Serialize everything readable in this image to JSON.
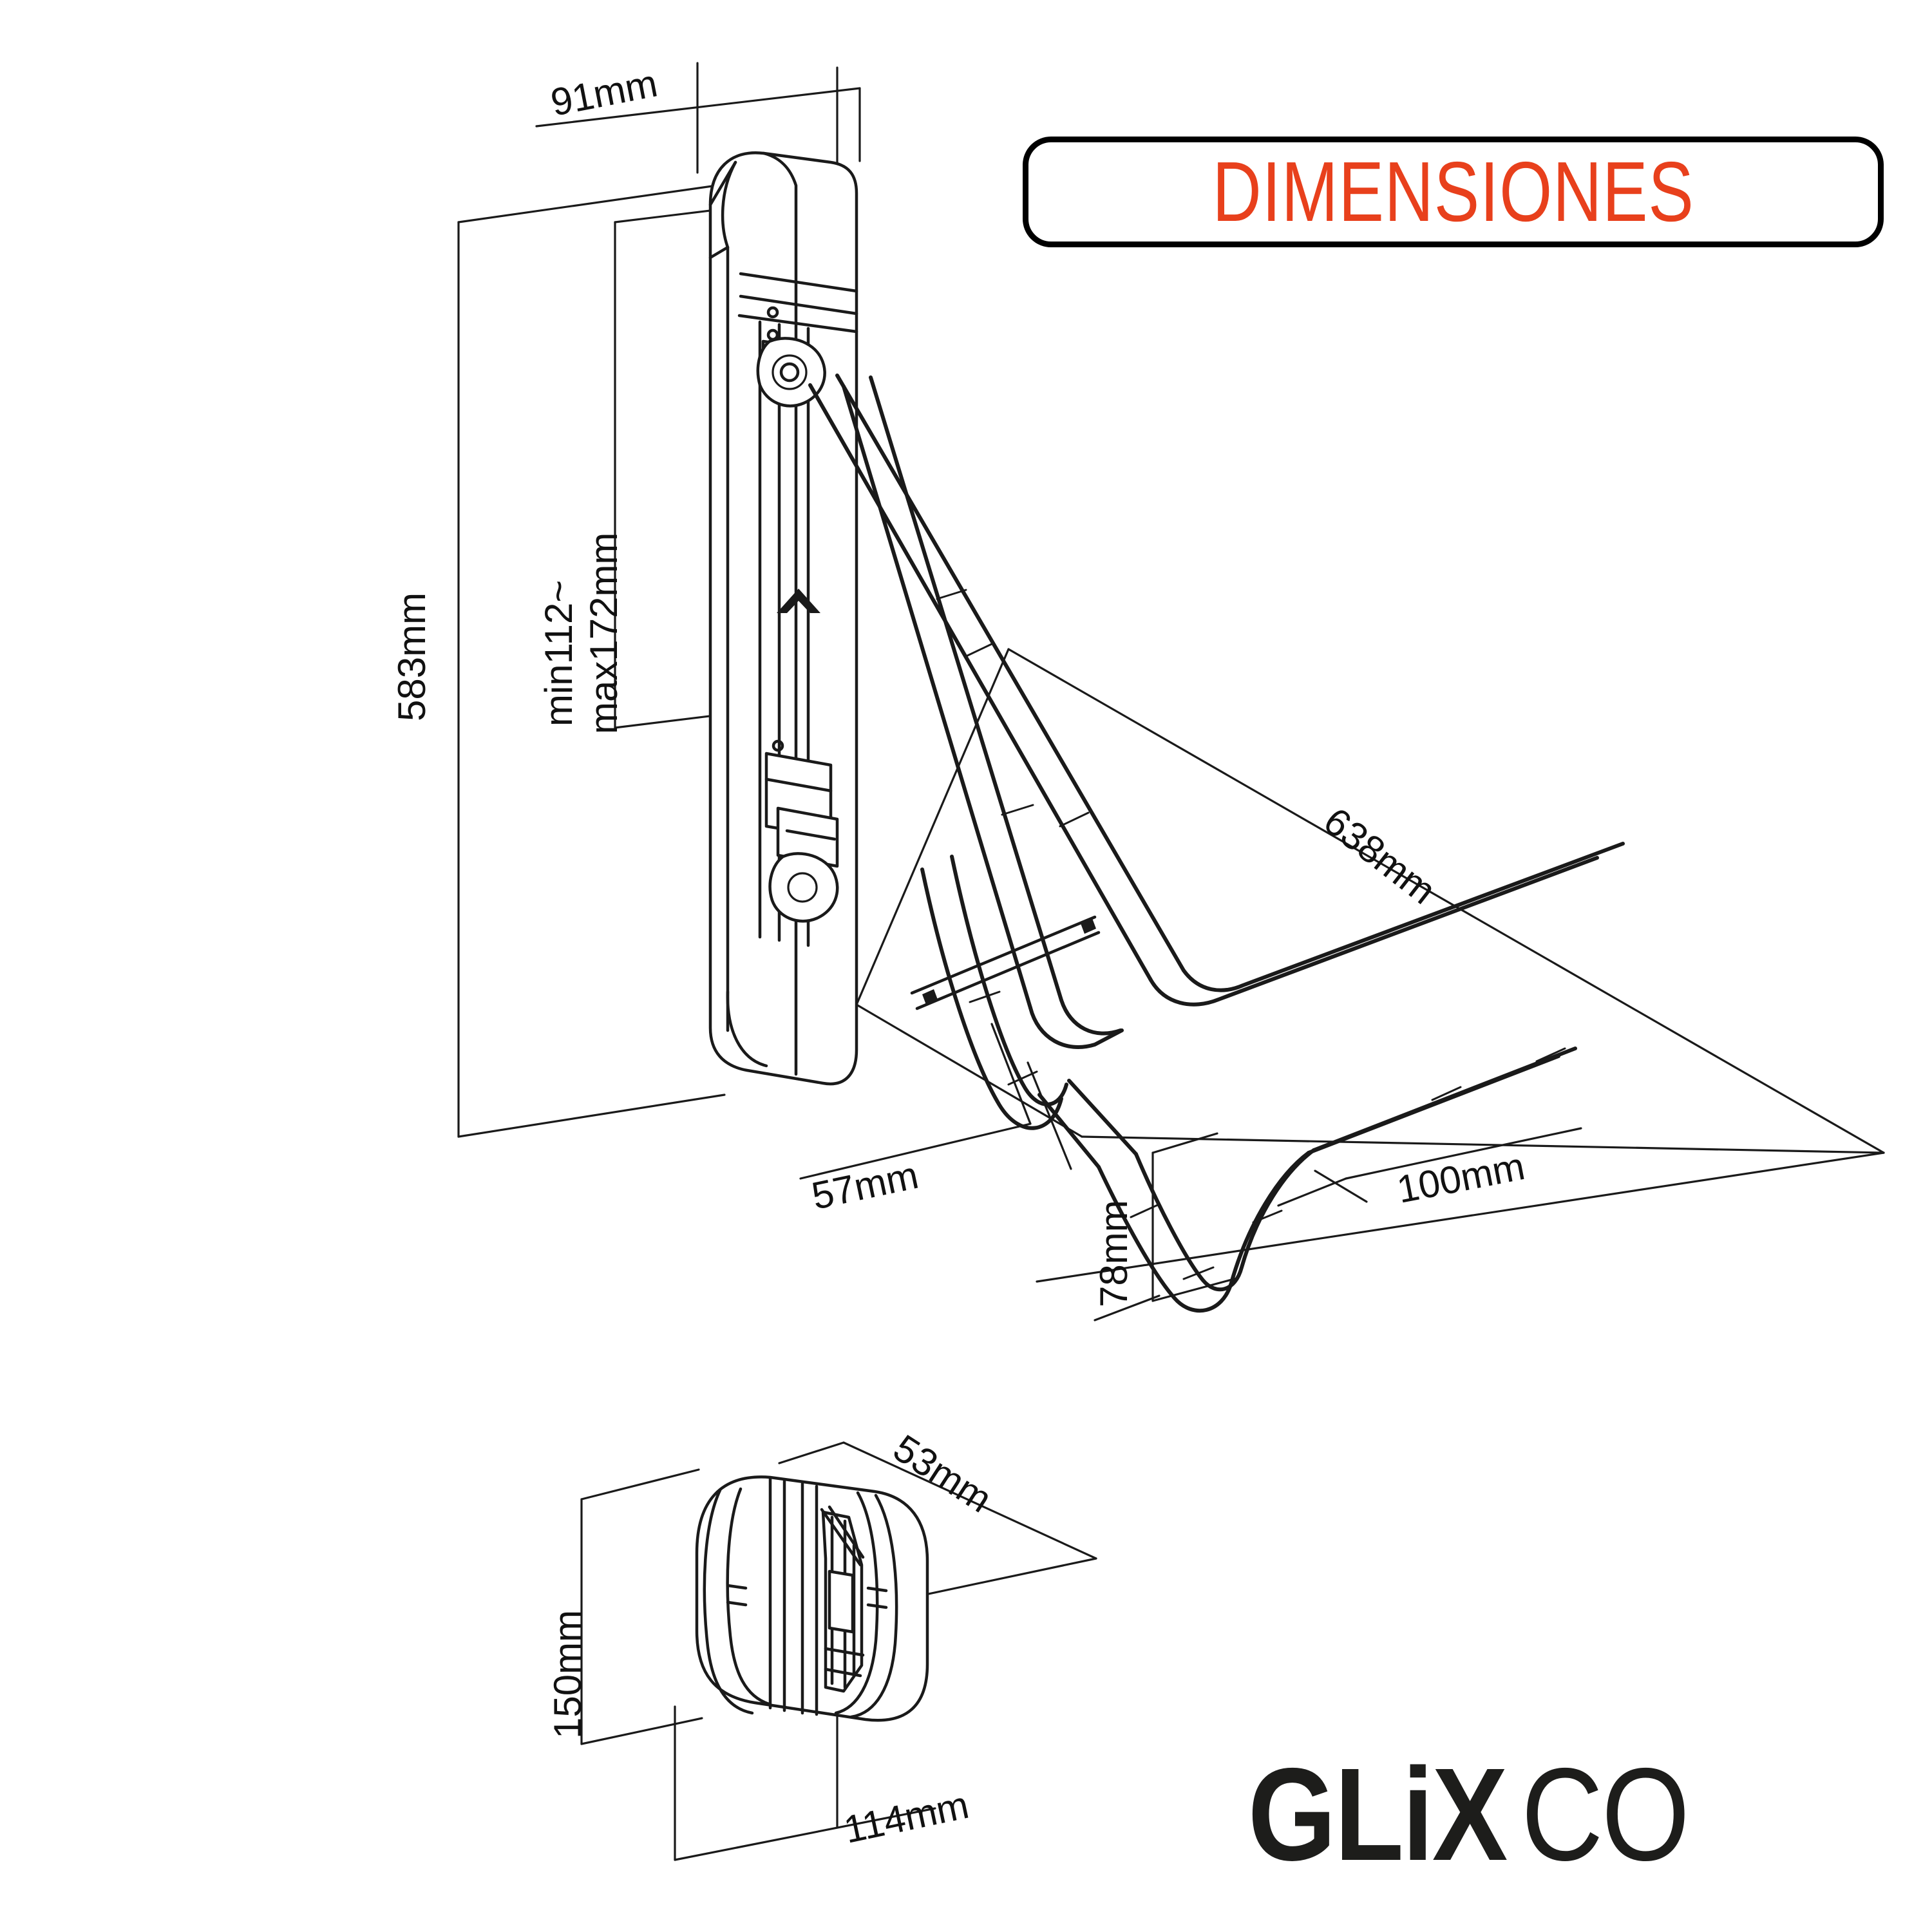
{
  "document": {
    "kind": "technical-dimension-drawing",
    "background_color": "#ffffff",
    "line_color": "#1a1a1a"
  },
  "title_badge": {
    "label": "DIMENSIONES",
    "text_color": "#E8401C",
    "border_color": "#000000"
  },
  "brand": {
    "part_bold": "GLiX",
    "part_light": "CO",
    "color": "#1d1d1b"
  },
  "views": [
    {
      "name": "main-side-view",
      "description": "Wall mounted folding bike rack, side perspective view, arm extended"
    },
    {
      "name": "detail-front-view",
      "description": "Wall plate front perspective view, arm folded"
    }
  ],
  "dimensions": {
    "main_view": [
      {
        "id": "depth-top",
        "label": "91mm",
        "orientation": "rotated",
        "angle_deg": -11
      },
      {
        "id": "total-height",
        "label": "583mm",
        "orientation": "vertical",
        "angle_deg": -90
      },
      {
        "id": "adjust-range-min",
        "label": "min112~",
        "orientation": "vertical",
        "angle_deg": -90
      },
      {
        "id": "adjust-range-max",
        "label": "max172mm",
        "orientation": "vertical",
        "angle_deg": -90
      },
      {
        "id": "arm-length",
        "label": "638mm",
        "orientation": "rotated",
        "angle_deg": 38
      },
      {
        "id": "hook-width",
        "label": "57mm",
        "orientation": "rotated",
        "angle_deg": -12
      },
      {
        "id": "cradle-width",
        "label": "100mm",
        "orientation": "rotated",
        "angle_deg": -11
      },
      {
        "id": "cradle-depth",
        "label": "78mm",
        "orientation": "vertical",
        "angle_deg": -90
      }
    ],
    "detail_view": [
      {
        "id": "plate-height",
        "label": "150mm",
        "orientation": "vertical",
        "angle_deg": -90
      },
      {
        "id": "plate-depth",
        "label": "53mm",
        "orientation": "rotated",
        "angle_deg": 33
      },
      {
        "id": "plate-width",
        "label": "114mm",
        "orientation": "rotated",
        "angle_deg": -12
      }
    ]
  },
  "markers": [
    {
      "id": "orientation-arrow",
      "glyph": "up-chevron",
      "description": "Up direction marker printed on wall plate"
    }
  ]
}
